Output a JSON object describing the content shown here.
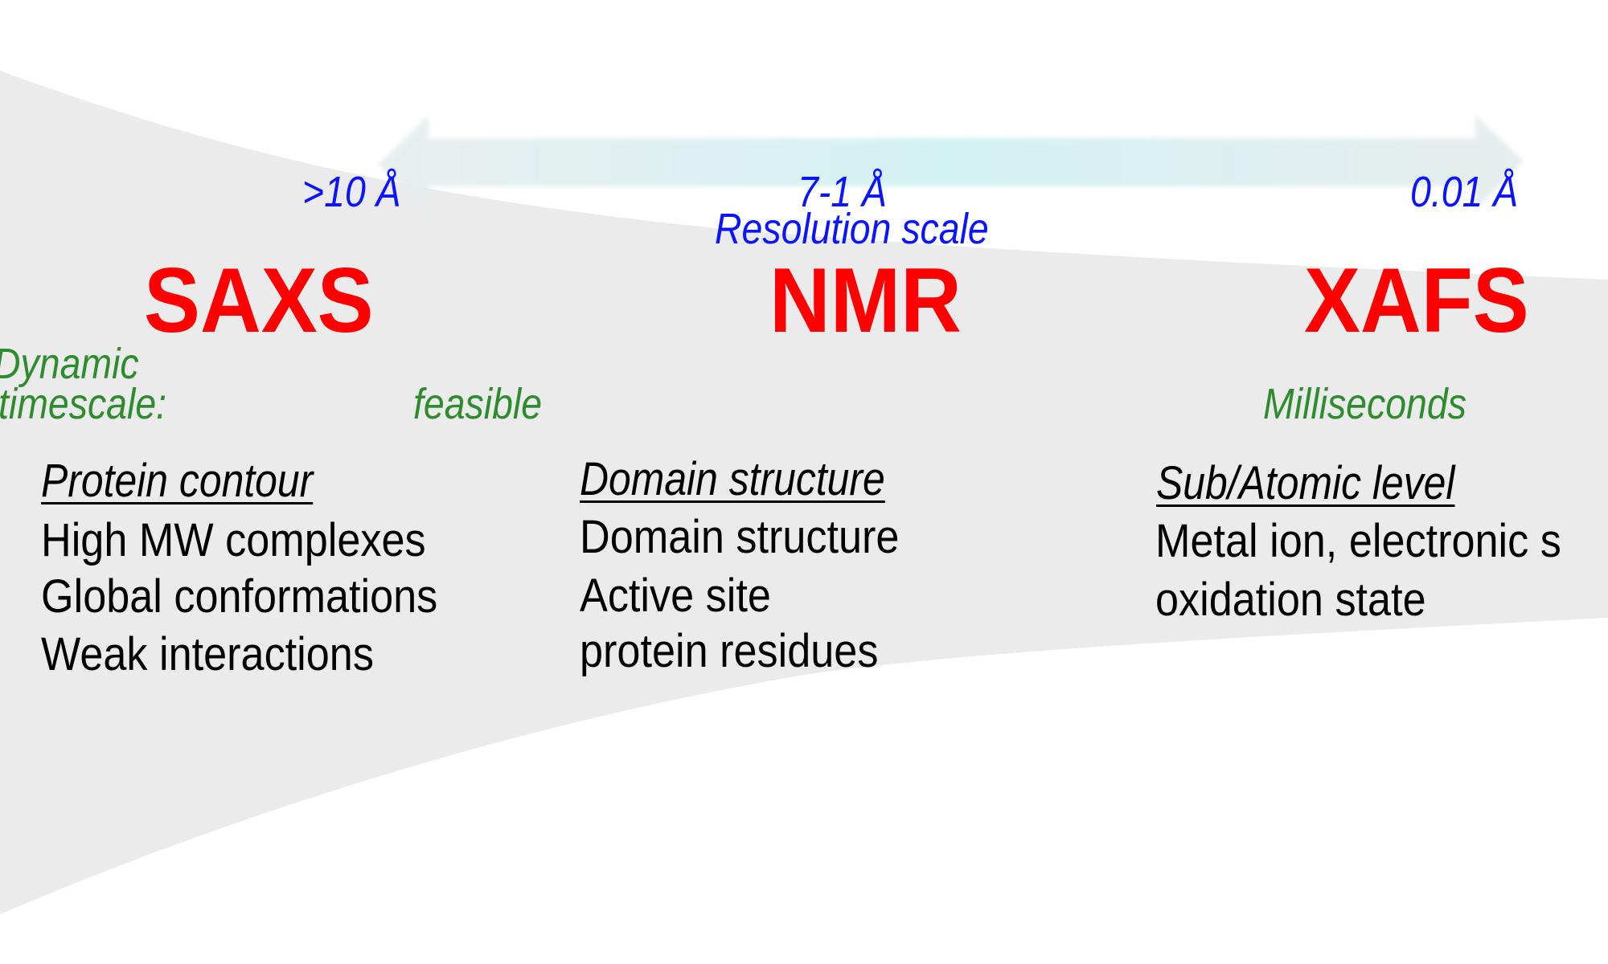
{
  "colors": {
    "funnel_fill": "#ebebeb",
    "arrow_fill": "#cdeff0",
    "resolution_text": "#0a14ff",
    "technique_text": "#ff0000",
    "timescale_text": "#2e8b2e",
    "body_text": "#000000"
  },
  "resolution_axis": {
    "label": "Resolution scale",
    "arrow_icon": "double-headed-arrow",
    "ticks": [
      ">10 Å",
      "7-1 Å",
      "0.01 Å"
    ]
  },
  "techniques": [
    {
      "name": "SAXS",
      "timescale": "feasible",
      "heading": "Protein contour",
      "items": [
        "High MW complexes",
        "Global conformations",
        "Weak interactions"
      ]
    },
    {
      "name": "NMR",
      "timescale": "",
      "heading": "Domain structure",
      "items": [
        "Domain structure",
        "Active site",
        "protein residues"
      ]
    },
    {
      "name": "XAFS",
      "timescale": "Milliseconds",
      "heading": "Sub/Atomic level",
      "items": [
        "Metal ion, electronic s",
        "oxidation state"
      ]
    }
  ],
  "timescale_label": {
    "line1": "Dynamic",
    "line2": "timescale:"
  }
}
